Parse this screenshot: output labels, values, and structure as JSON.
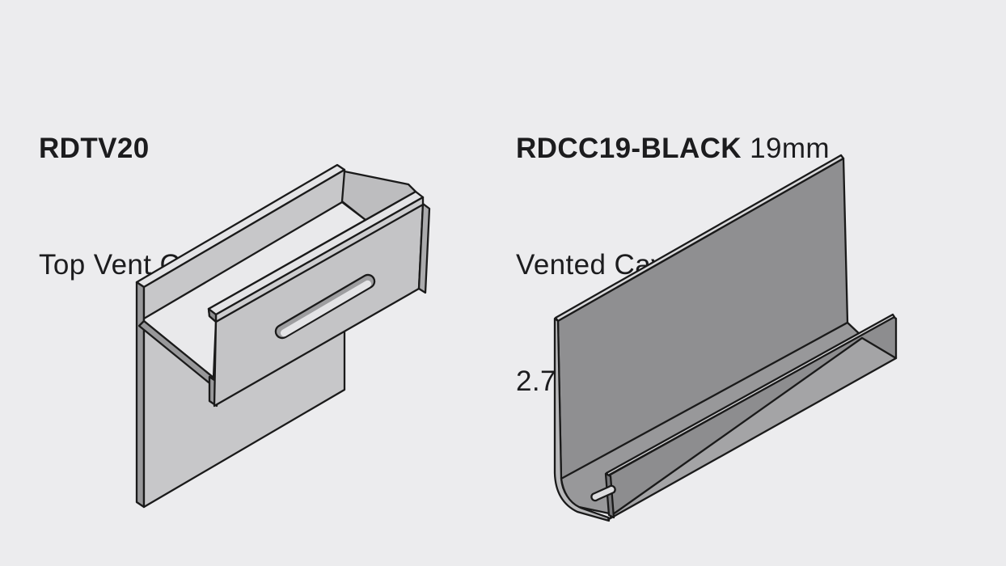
{
  "page": {
    "kind": "product-illustration-sheet",
    "background": "#ececee"
  },
  "palette": {
    "bg": "#ececee",
    "ink": "#1c1c1e",
    "outline": "#1a1a1a",
    "p1_top": "#e4e4e6",
    "p1_bright": "#e9e9eb",
    "p1_face": "#c7c7c9",
    "p1_face2": "#c4c4c6",
    "p1_mid": "#bdbdbf",
    "p1_edge": "#98989a",
    "p1_dark": "#909092",
    "p1_slot_wall": "#9e9ea0",
    "p1_slot_hole": "#e4e4e6",
    "p2_top": "#d8d8da",
    "p2_face": "#8f8f91",
    "p2_floor": "#98989a",
    "p2_lip": "#8d8d8f",
    "p2_band": "#a4a4a6",
    "p2_curve": "#b9b9bb",
    "p2_end": "#7a7a7d",
    "p2_hole": "#dcdcde",
    "p2_hilite": "#c8c8ca"
  },
  "products": [
    {
      "code": "RDTV20",
      "code_suffix": "",
      "title_lines": [
        "Top Vent Cavity Closer"
      ],
      "illustration": "top-vent-cavity-closer-isometric-drawing"
    },
    {
      "code": "RDCC19-BLACK",
      "code_suffix": " 19mm",
      "title_lines": [
        "Vented Cavity Closer",
        "2.7m"
      ],
      "illustration": "vented-cavity-closer-isometric-drawing"
    }
  ]
}
